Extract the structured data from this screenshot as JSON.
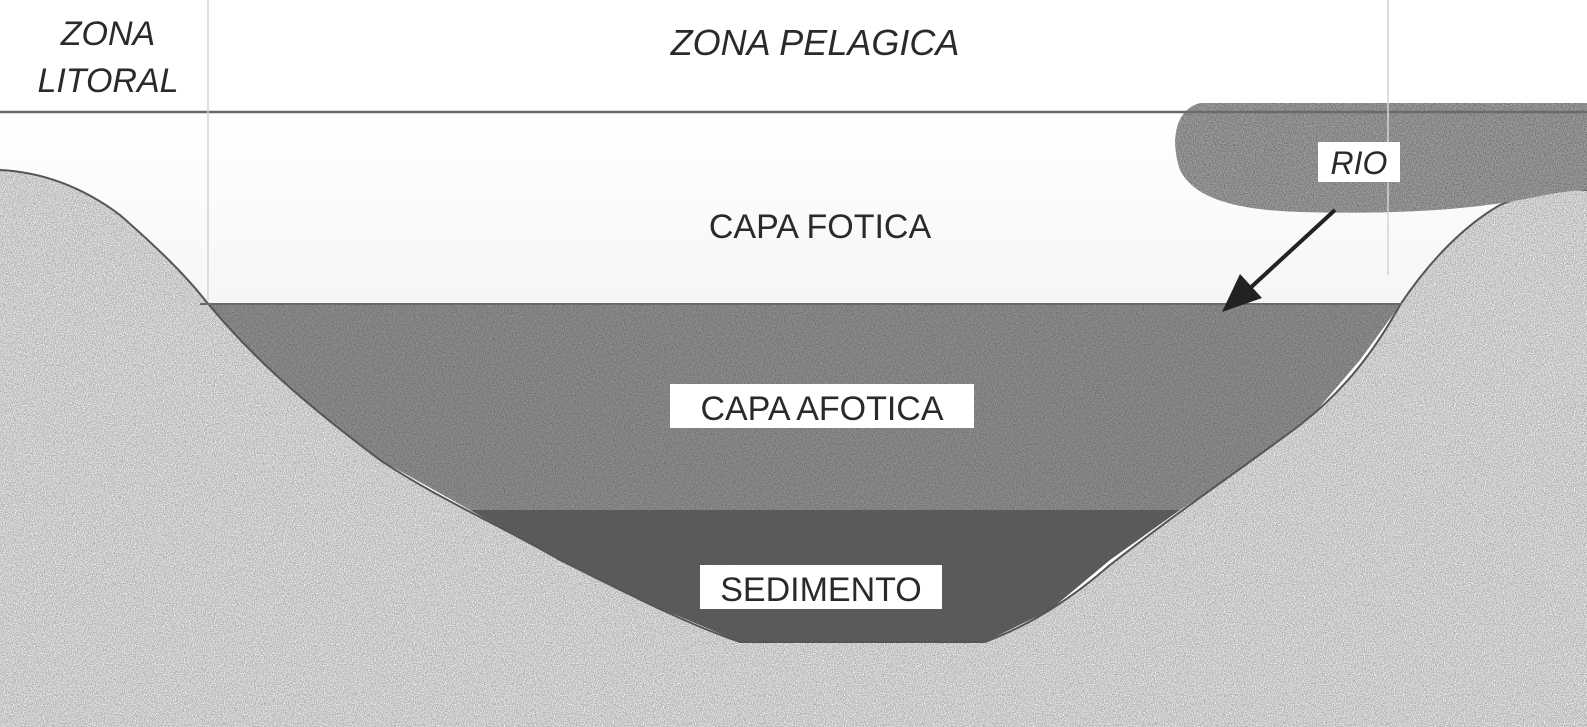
{
  "zones": {
    "litoral": {
      "line1": "ZONA",
      "line2": "LITORAL"
    },
    "pelagica": "ZONA PELAGICA"
  },
  "layers": {
    "fotica": "CAPA FOTICA",
    "afotica": "CAPA AFOTICA",
    "sedimento": "SEDIMENTO"
  },
  "river": {
    "label": "RIO"
  },
  "colors": {
    "land": "#e8e8e8",
    "water_surface": "#fbfbfb",
    "afotica": "#8c8c8c",
    "sedimento": "#5a5a5a",
    "river": "#9a9a9a",
    "ink": "#2a2a2a"
  }
}
